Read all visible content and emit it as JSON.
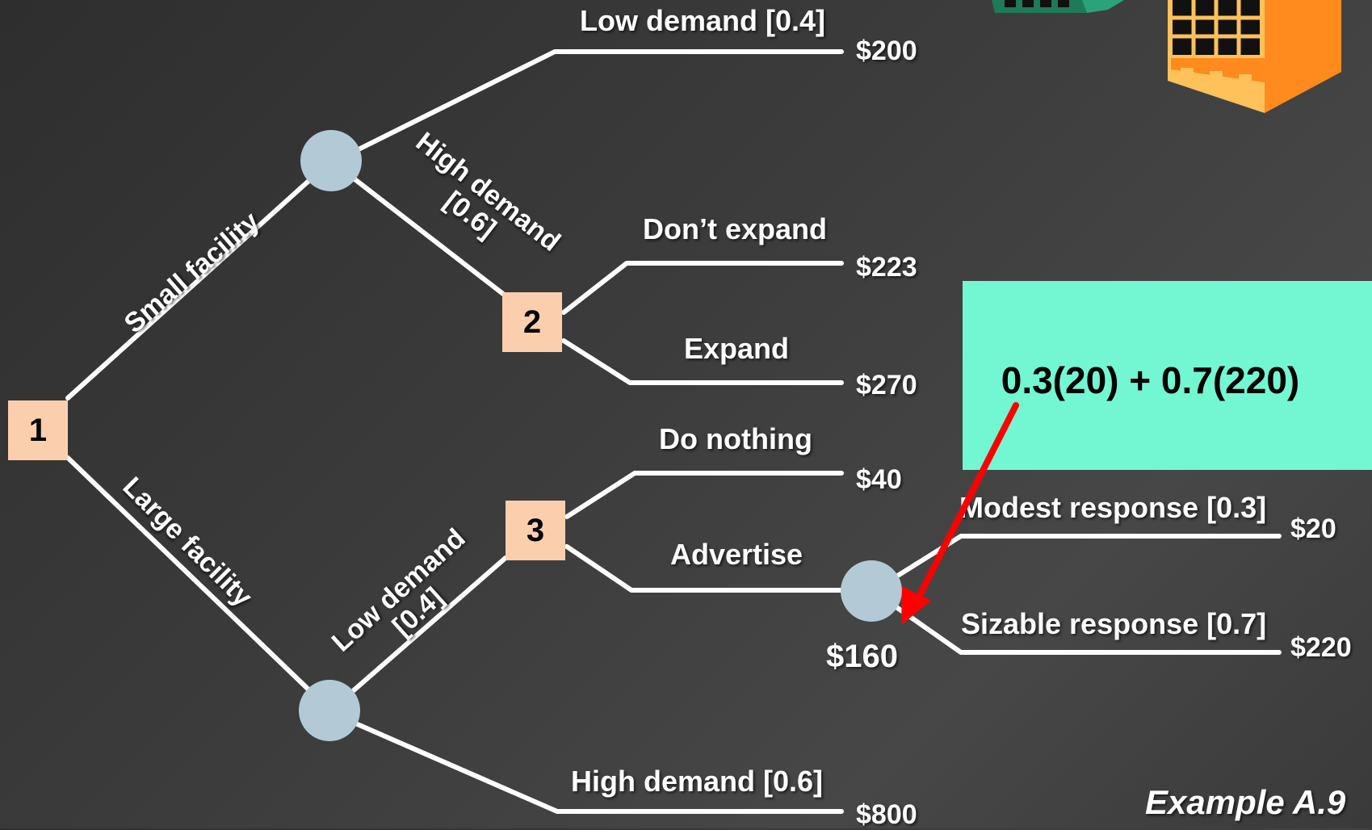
{
  "diagram": {
    "decision_nodes": [
      {
        "id": "node-1",
        "label": "1"
      },
      {
        "id": "node-2",
        "label": "2"
      },
      {
        "id": "node-3",
        "label": "3"
      }
    ],
    "branches": {
      "small_facility": "Small facility",
      "large_facility": "Large facility",
      "small_low_demand": "Low demand [0.4]",
      "small_high_demand_line1": "High demand",
      "small_high_demand_line2": "[0.6]",
      "dont_expand": "Don’t expand",
      "expand": "Expand",
      "large_low_demand_line1": "Low demand",
      "large_low_demand_line2": "[0.4]",
      "large_high_demand": "High demand [0.6]",
      "do_nothing": "Do nothing",
      "advertise": "Advertise",
      "modest_response": "Modest response [0.3]",
      "sizable_response": "Sizable response [0.7]"
    },
    "payoffs": {
      "small_low": "$200",
      "dont_expand": "$223",
      "expand": "$270",
      "do_nothing": "$40",
      "modest": "$20",
      "sizable": "$220",
      "large_high": "$800",
      "advertise_expected": "$160"
    },
    "calculation": "0.3(20) + 0.7(220)",
    "example_label": "Example A.9",
    "colors": {
      "background": "#3a3a3a",
      "line": "#ffffff",
      "decision_node": "#fbcfae",
      "chance_node": "#b3c9d6",
      "calc_box": "#72f7d2",
      "arrow": "#ff0000",
      "building_orange": "#ff8a1e",
      "building_green": "#2aa37a"
    }
  }
}
